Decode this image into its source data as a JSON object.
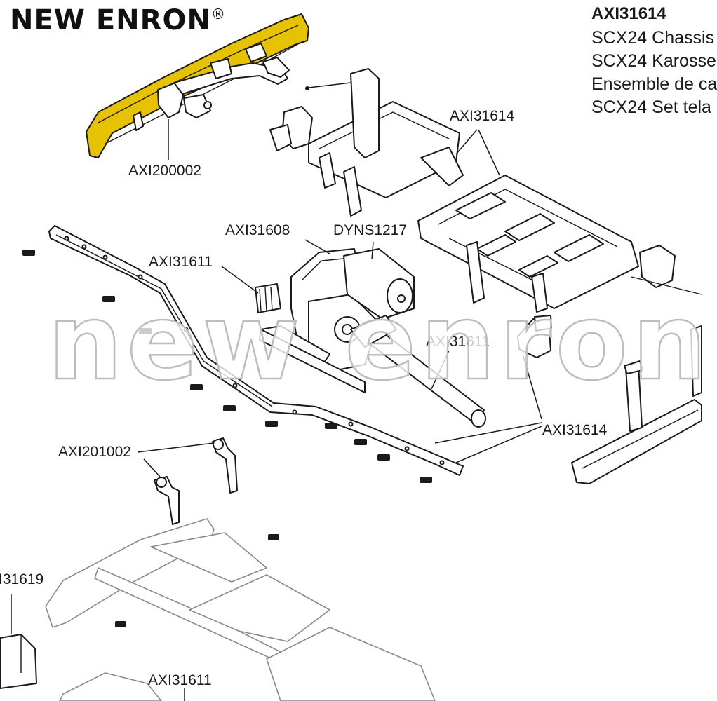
{
  "brand": {
    "name": "NEW ENRON",
    "mark": "®"
  },
  "header": {
    "part_code": "AXI31614",
    "lines": [
      "SCX24 Chassis",
      "SCX24 Karosse",
      "Ensemble de ca",
      "SCX24 Set tela"
    ]
  },
  "watermark": "new enron",
  "callouts": {
    "bumper_mount": "AXI200002",
    "chassis_top": "AXI31614",
    "transmission": "AXI31608",
    "motor": "DYNS1217",
    "pinion": "AXI31611",
    "driveshaft": "AXI31611",
    "frame_rails": "AXI31614",
    "body_posts": "AXI201002",
    "battery": "I31619",
    "bottom": "AXI31611"
  },
  "colors": {
    "highlight": "#e6c200",
    "line": "#1a1a1a",
    "ghost": "#8a8a8a"
  }
}
